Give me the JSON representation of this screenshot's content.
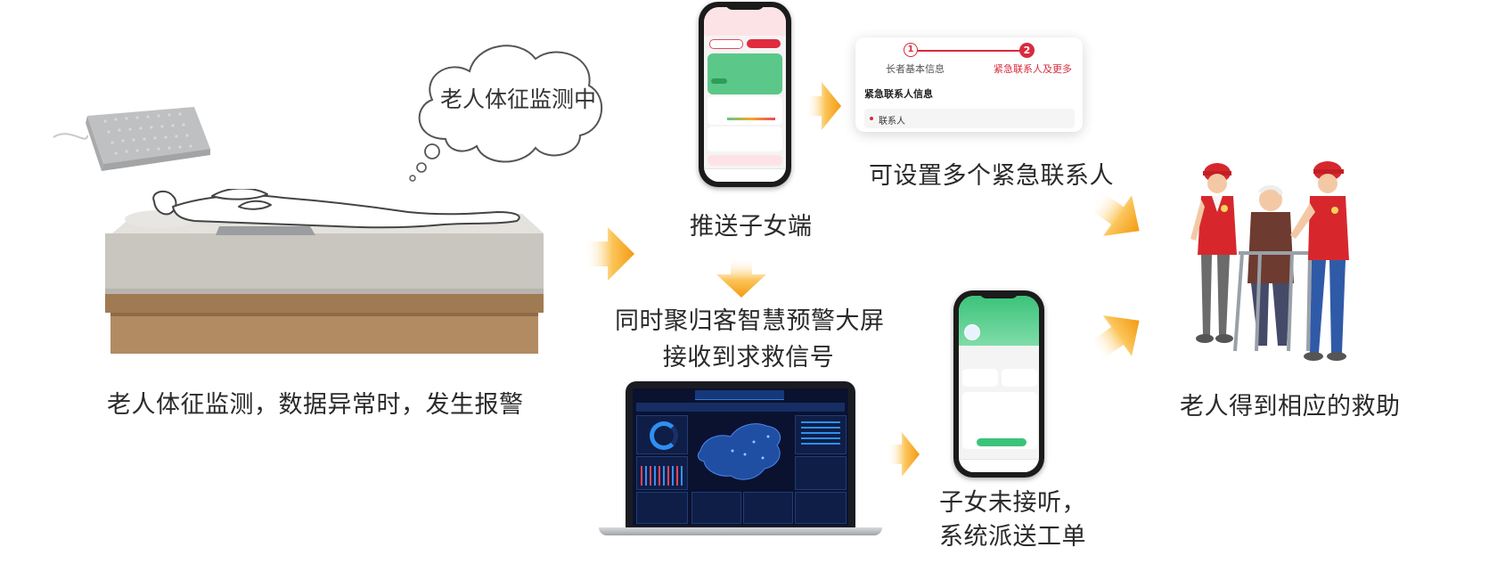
{
  "cloud": {
    "text": "老人体征监测中"
  },
  "captions": {
    "bed": "老人体征监测，数据异常时，发生报警",
    "push": "推送子女端",
    "multi_contact": "可设置多个紧急联系人",
    "screen_line1": "同时聚归客智慧预警大屏",
    "screen_line2": "接收到求救信号",
    "no_answer_line1": "子女未接听，",
    "no_answer_line2": "系统派送工单",
    "rescue": "老人得到相应的救助"
  },
  "contact_card": {
    "step1_num": "1",
    "step1_label": "长者基本信息",
    "step2_num": "2",
    "step2_label": "紧急联系人及更多",
    "section_title": "紧急联系人信息",
    "field_label": "联系人"
  },
  "colors": {
    "arrow": "#f7a81b",
    "accent_red": "#d82b3d",
    "phone_green": "#3cc37a"
  }
}
